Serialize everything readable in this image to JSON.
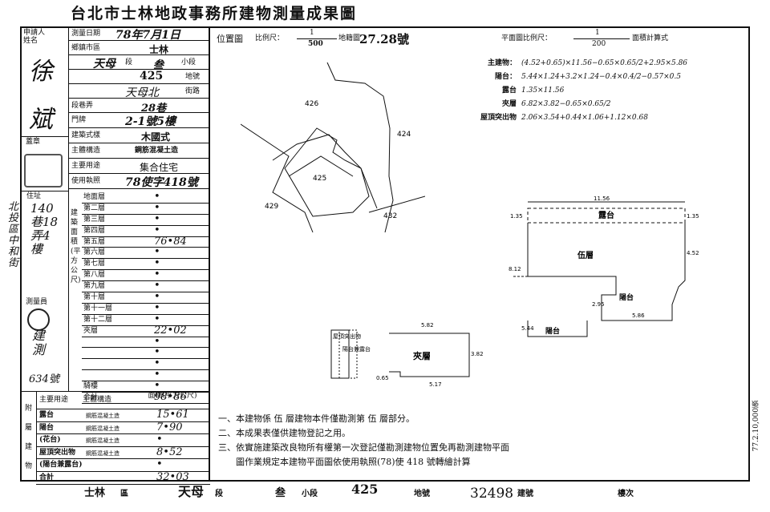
{
  "title": "台北市士林地政事務所建物測量成果圖",
  "applicant": {
    "label": "申請人姓名",
    "name": "徐斌",
    "seal_label": "蓋章",
    "address_label": "住址",
    "address": "北投區中和街",
    "address_detail": "140巷18弄4樓"
  },
  "basic": {
    "survey_date_label": "測量日期",
    "survey_date": "78年7月1日",
    "city_district_label": "鄉鎮市區",
    "city_district": "士林",
    "section_label": "段",
    "section": "天母",
    "subsection": "叁",
    "subsection_label": "小段",
    "lot_label": "地號",
    "lot": "425",
    "street_label": "街路",
    "street": "天母北",
    "lane_label": "段巷弄",
    "lane": "28巷",
    "doorplate_label": "門牌",
    "doorplate": "2-1號5樓",
    "structure_label": "建築式樣",
    "structure": "木國式",
    "main_structure_label": "主體構造",
    "main_structure": "鋼筋混凝土造",
    "main_use_label": "主要用途",
    "main_use": "集合住宅",
    "permit_label": "使用執照",
    "permit": "78使字418號"
  },
  "floor_area": {
    "label": "建築面積(平方公尺)",
    "rows": [
      {
        "floor": "地面層",
        "value": "•"
      },
      {
        "floor": "第二層",
        "value": "•"
      },
      {
        "floor": "第三層",
        "value": "•"
      },
      {
        "floor": "第四層",
        "value": "•"
      },
      {
        "floor": "第五層",
        "value": "76•84"
      },
      {
        "floor": "第六層",
        "value": "•"
      },
      {
        "floor": "第七層",
        "value": "•"
      },
      {
        "floor": "第八層",
        "value": "•"
      },
      {
        "floor": "第九層",
        "value": "•"
      },
      {
        "floor": "第十層",
        "value": "•"
      },
      {
        "floor": "第十一層",
        "value": "•"
      },
      {
        "floor": "第十二層",
        "value": "•"
      },
      {
        "floor": "夾層",
        "value": "22•02"
      },
      {
        "floor": "",
        "value": "•"
      },
      {
        "floor": "",
        "value": "•"
      },
      {
        "floor": "",
        "value": "•"
      },
      {
        "floor": "",
        "value": "•"
      },
      {
        "floor": "騎樓",
        "value": "•"
      },
      {
        "floor": "合計",
        "value": "98•86"
      }
    ]
  },
  "attached": {
    "label": "附屬建物",
    "col_use": "主要用途",
    "col_struct": "主體構造",
    "col_area": "面積(平方公尺)",
    "rows": [
      {
        "use": "露台",
        "struct": "鋼筋混凝土造",
        "area": "15•61"
      },
      {
        "use": "陽台",
        "struct": "鋼筋混凝土造",
        "area": "7•90"
      },
      {
        "use": "(花台)",
        "struct": "鋼筋混凝土造",
        "area": "•"
      },
      {
        "use": "屋頂突出物",
        "struct": "鋼筋混凝土造",
        "area": "8•52"
      },
      {
        "use": "(陽台兼露台)",
        "struct": "",
        "area": "•"
      },
      {
        "use": "合計",
        "struct": "",
        "area": "32•03"
      }
    ]
  },
  "surveyor": {
    "label": "測量員",
    "stamp": "建測"
  },
  "ref_no": "634號",
  "location_map": {
    "label": "位置圖",
    "scale_label": "比例尺：",
    "scale_num": "1",
    "scale_den": "500",
    "sheet_label": "地籍圖",
    "sheet": "27.28號",
    "lots": [
      "426",
      "424",
      "425",
      "429",
      "432"
    ]
  },
  "floor_plan": {
    "scale_label": "平面圖比例尺：",
    "scale_num": "1",
    "scale_den": "200",
    "calc_label": "面積計算式",
    "calc": [
      {
        "name": "主建物：",
        "formula": "(4.52+0.65)×11.56−0.65×0.65/2+2.95×5.86"
      },
      {
        "name": "陽台：",
        "formula": "5.44×1.24+3.2×1.24−0.4×0.4/2−0.57×0.5"
      },
      {
        "name": "露台",
        "formula": "1.35×11.56"
      },
      {
        "name": "夾層",
        "formula": "6.82×3.82−0.65×0.65/2"
      },
      {
        "name": "屋頂突出物",
        "formula": "2.06×3.54+0.44×1.06+1.12×0.68"
      }
    ],
    "labels": {
      "fifth": "伍層",
      "terrace": "露台",
      "balcony": "陽台",
      "mezzanine": "夾層",
      "roof": "屋頂突出物",
      "roof2": "陽台兼露台"
    },
    "dims": {
      "top": "11.56",
      "left": "8.12",
      "l1": "1.35",
      "r1": "1.35",
      "r2": "4.52",
      "b1": "5.86",
      "b2": "2.95",
      "b3": "5.44",
      "m1": "5.82",
      "m2": "3.82",
      "m3": "5.17",
      "m4": "0.65"
    }
  },
  "notes": [
    "一、本建物係 伍 層建物本件僅勘測第 伍 層部分。",
    "二、本成果表僅供建物登記之用。",
    "三、依實施建築改良物所有權第一次登記僅勘測建物位置免再勘測建物平面",
    "圖作業規定本建物平面圖依使用執照(78)使 418 號轉繪計算"
  ],
  "bottom": {
    "district": "士林",
    "district_label": "區",
    "section": "天母",
    "section_label": "段",
    "subsection": "叁",
    "subsection_label": "小段",
    "lot": "425",
    "lot_label": "地號",
    "building_no": "32498",
    "building_no_label": "建號",
    "floor_label": "樓次"
  },
  "side_stamp": "77.2.10,000張"
}
